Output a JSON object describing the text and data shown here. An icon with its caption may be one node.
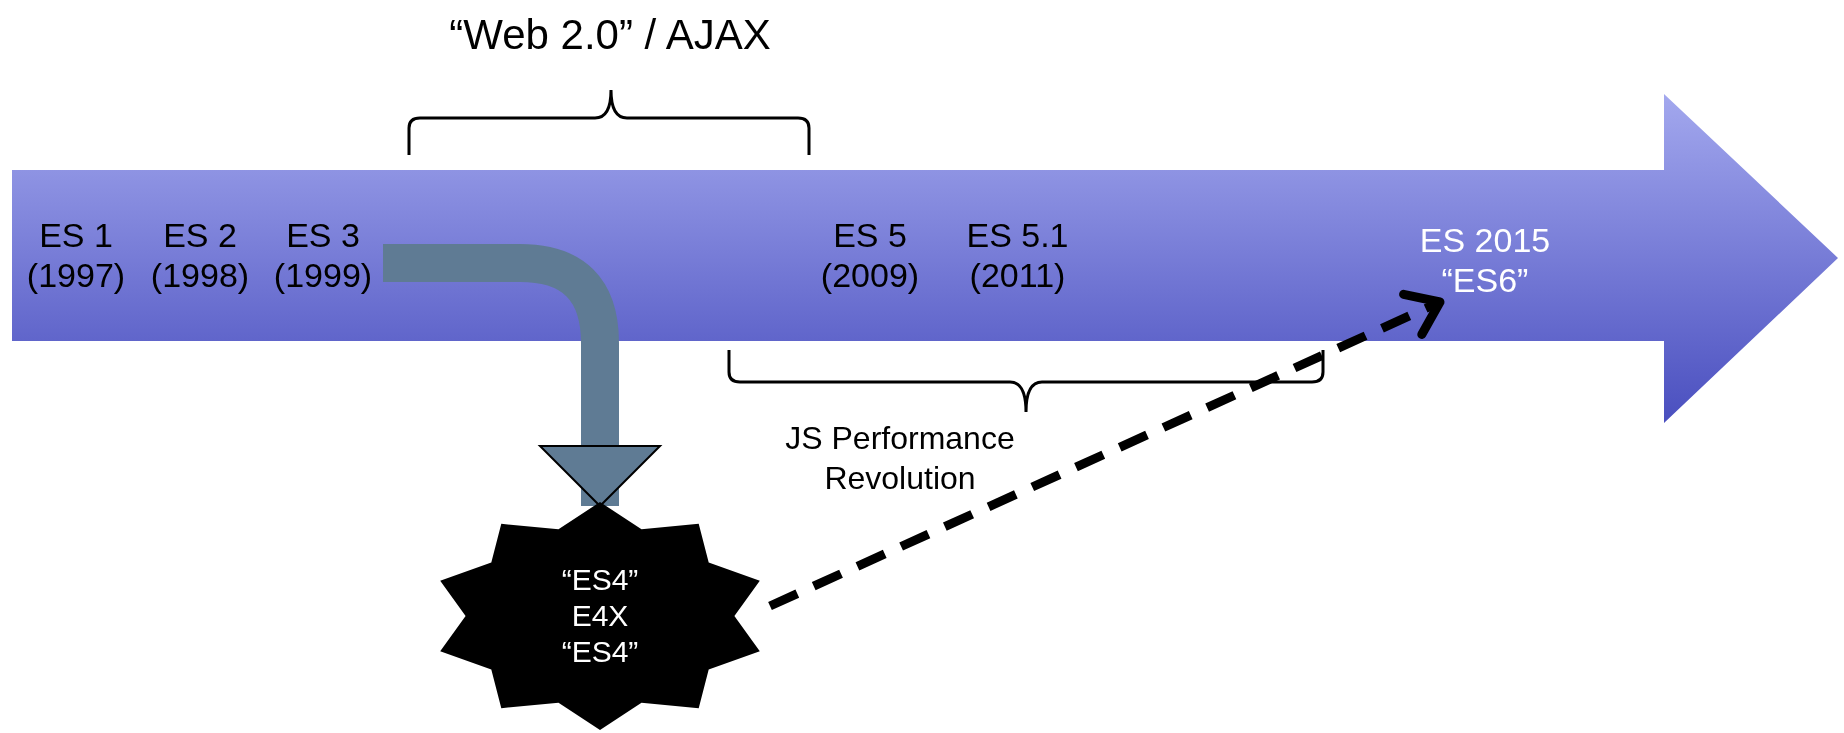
{
  "diagram": {
    "nodes": [
      {
        "text": [
          "ES 1 (1997)"
        ]
      },
      {
        "text": [
          "ES 2 (1998)"
        ]
      },
      {
        "text": [
          "ES 3 (1999)"
        ]
      },
      {
        "text": [
          "ES 5 (2009)"
        ]
      },
      {
        "text": [
          "ES 5.1 (2011)"
        ]
      },
      {
        "text": [
          "ES 2015 “ES6”"
        ]
      },
      {
        "text": [
          "“ES4” E4X “ES4”"
        ]
      }
    ],
    "edges": [
      {
        "from": 2,
        "to": 6,
        "arrow": "to",
        "style": "thick",
        "color": "#5f7b94"
      },
      {
        "from": 6,
        "to": 5,
        "arrow": "to",
        "style": "dashed",
        "color": "#000000"
      }
    ],
    "labels": [
      "“Web 2.0” / AJAX",
      "JS Performance Revolution"
    ]
  }
}
